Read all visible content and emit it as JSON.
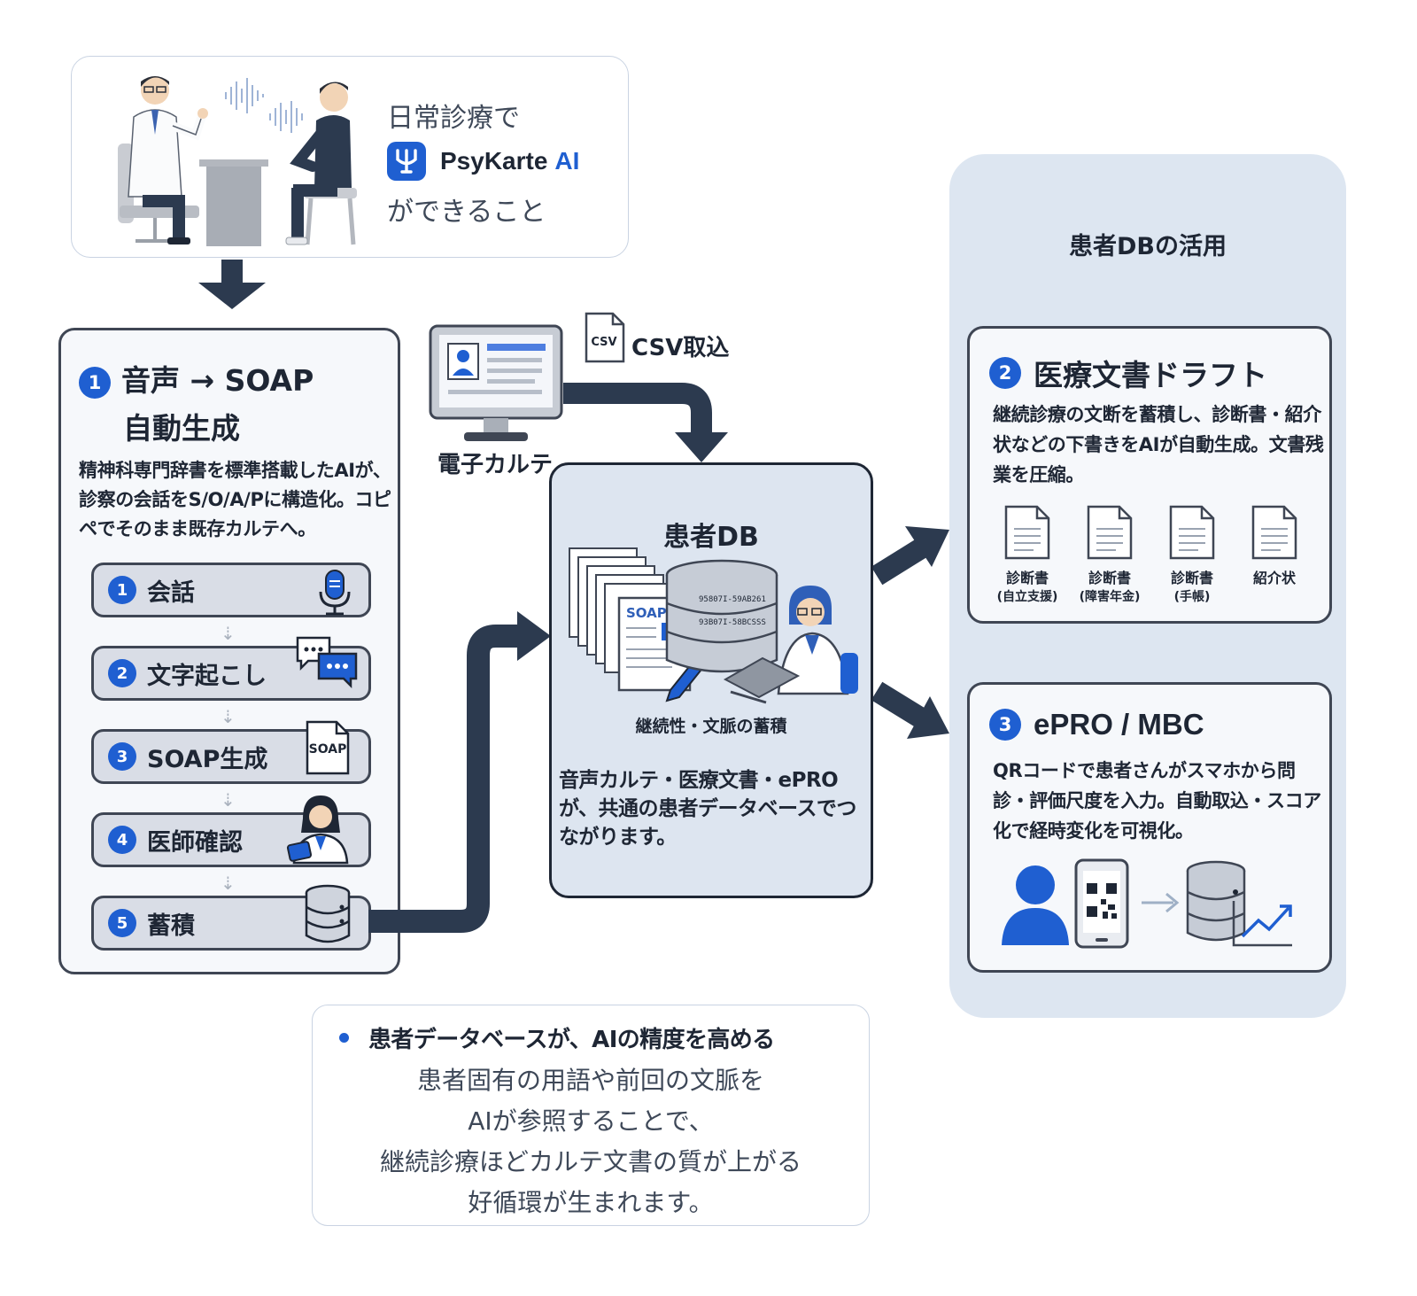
{
  "intro": {
    "line1": "日常診療で",
    "brand_name": "PsyKarte",
    "brand_suffix": "AI",
    "line3": "ができること"
  },
  "soap_panel": {
    "title_line1": "音声 → SOAP",
    "title_line2": "自動生成",
    "number": "1",
    "description": "精神科専門辞書を標準搭載したAIが、診察の会話をS/O/A/Pに構造化。コピペでそのまま既存カルテへ。",
    "steps": [
      {
        "number": "1",
        "label": "会話",
        "icon": "microphone-icon"
      },
      {
        "number": "2",
        "label": "文字起こし",
        "icon": "chat-bubbles-icon"
      },
      {
        "number": "3",
        "label": "SOAP生成",
        "icon": "soap-document-icon",
        "icon_text": "SOAP"
      },
      {
        "number": "4",
        "label": "医師確認",
        "icon": "doctor-tablet-icon"
      },
      {
        "number": "5",
        "label": "蓄積",
        "icon": "database-icon"
      }
    ]
  },
  "ehr": {
    "label": "電子カルテ"
  },
  "csv": {
    "label": "CSV取込",
    "icon_text": "CSV"
  },
  "patient_db": {
    "title": "患者DB",
    "caption": "継続性・文脈の蓄積",
    "doc_label": "SOAP",
    "db_code1": "95807I-59AB261",
    "db_code2": "93B07I-58BCSSS",
    "description": "音声カルテ・医療文書・ePROが、共通の患者データベースでつながります。"
  },
  "db_usage": {
    "title": "患者DBの活用",
    "drafts": {
      "number": "2",
      "title": "医療文書ドラフト",
      "description": "継続診療の文断を蓄積し、診断書・紹介状などの下書きをAIが自動生成。文書残業を圧縮。",
      "docs": [
        {
          "label": "診断書",
          "sub": "(自立支援)"
        },
        {
          "label": "診断書",
          "sub": "(障害年金)"
        },
        {
          "label": "診断書",
          "sub": "(手帳)"
        },
        {
          "label": "紹介状",
          "sub": ""
        }
      ]
    },
    "epro": {
      "number": "3",
      "title": "ePRO / MBC",
      "description": "QRコードで患者さんがスマホから問診・評価尺度を入力。自動取込・スコア化で経時変化を可視化。"
    }
  },
  "note": {
    "heading": "患者データベースが、AIの精度を高める",
    "lines": [
      "患者固有の用語や前回の文脈を",
      "AIが参照することで、",
      "継続診療ほどカルテ文書の質が上がる",
      "好循環が生まれます。"
    ]
  },
  "colors": {
    "accent": "#1f5fd1",
    "dark": "#3f4654",
    "navy": "#2c3a4f",
    "panel": "#dde6f1"
  }
}
